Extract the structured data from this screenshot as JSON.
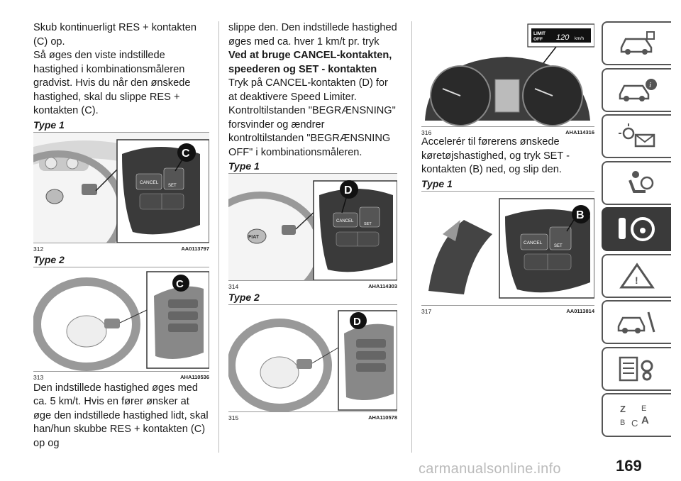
{
  "col1": {
    "para1": "Skub kontinuerligt RES + kontakten (C) op.",
    "para2": "Så øges den viste indstillede hastighed i kombinationsmåleren gradvist. Hvis du når den ønskede hastighed, skal du slippe RES + kontakten (C).",
    "type1": "Type 1",
    "fig312": {
      "num": "312",
      "code": "AA0113797",
      "badge": "C"
    },
    "type2": "Type 2",
    "fig313": {
      "num": "313",
      "code": "AHA110536",
      "badge": "C"
    },
    "para3": "Den indstillede hastighed øges med ca. 5 km/t. Hvis en fører ønsker at øge den indstillede hastighed lidt, skal han/hun skubbe RES + kontakten (C) op og"
  },
  "col2": {
    "para1": "slippe den. Den indstillede hastighed øges med ca. hver 1 km/t pr. tryk",
    "heading": "Ved at bruge CANCEL-kontakten, speederen og SET - kontakten",
    "para2": "Tryk på CANCEL-kontakten (D) for at deaktivere Speed Limiter.",
    "para3": "Kontroltilstanden \"BEGRÆNSNING\" forsvinder og ændrer kontroltilstanden \"BEGRÆNSNING OFF\" i kombinationsmåleren.",
    "type1": "Type 1",
    "fig314": {
      "num": "314",
      "code": "AHA114303",
      "badge": "D"
    },
    "type2": "Type 2",
    "fig315": {
      "num": "315",
      "code": "AHA110578",
      "badge": "D"
    }
  },
  "col3": {
    "fig316": {
      "num": "316",
      "code": "AHA114316",
      "display_limit": "LIMIT",
      "display_off": "OFF",
      "display_speed": "120",
      "display_unit": "km/h"
    },
    "para1": "Accelerér til førerens ønskede køretøjshastighed, og tryk SET - kontakten (B) ned, og slip den.",
    "type1": "Type 1",
    "fig317": {
      "num": "317",
      "code": "AA0113814",
      "badge": "B"
    }
  },
  "switch_labels": {
    "cancel": "CANCEL",
    "set": "SET",
    "fiat": "FIAT"
  },
  "page_number": "169",
  "watermark": "carmanualsonline.info",
  "sidebar_tabs": [
    "car-info-icon",
    "car-warning-info-icon",
    "lights-message-icon",
    "airbag-seat-icon",
    "key-steering-wheel-icon",
    "warning-triangle-car-icon",
    "car-tools-icon",
    "spec-gears-icon",
    "index-letters-icon"
  ],
  "colors": {
    "text": "#1a1a1a",
    "badge": "#111111",
    "active_tab": "#3a3a3a"
  }
}
